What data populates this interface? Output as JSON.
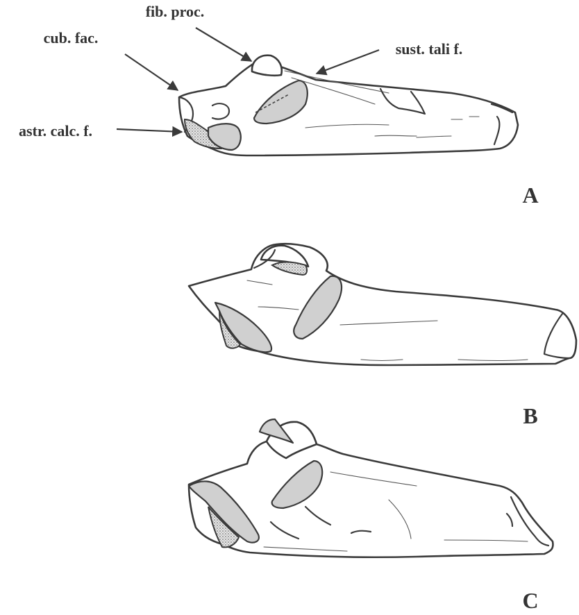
{
  "labels": {
    "fibular_process": "fib. proc.",
    "cuboid_facet": "cub. fac.",
    "sustentaculum_tali_facet": "sust. tali f.",
    "astragalocalcaneal_facet": "astr. calc. f."
  },
  "panels": [
    {
      "id": "A",
      "letter": "A"
    },
    {
      "id": "B",
      "letter": "B"
    },
    {
      "id": "C",
      "letter": "C"
    }
  ],
  "colors": {
    "line": "#3a3a3a",
    "facet_fill": "#d0d0d0",
    "stipple": "#555555",
    "background": "#ffffff"
  }
}
